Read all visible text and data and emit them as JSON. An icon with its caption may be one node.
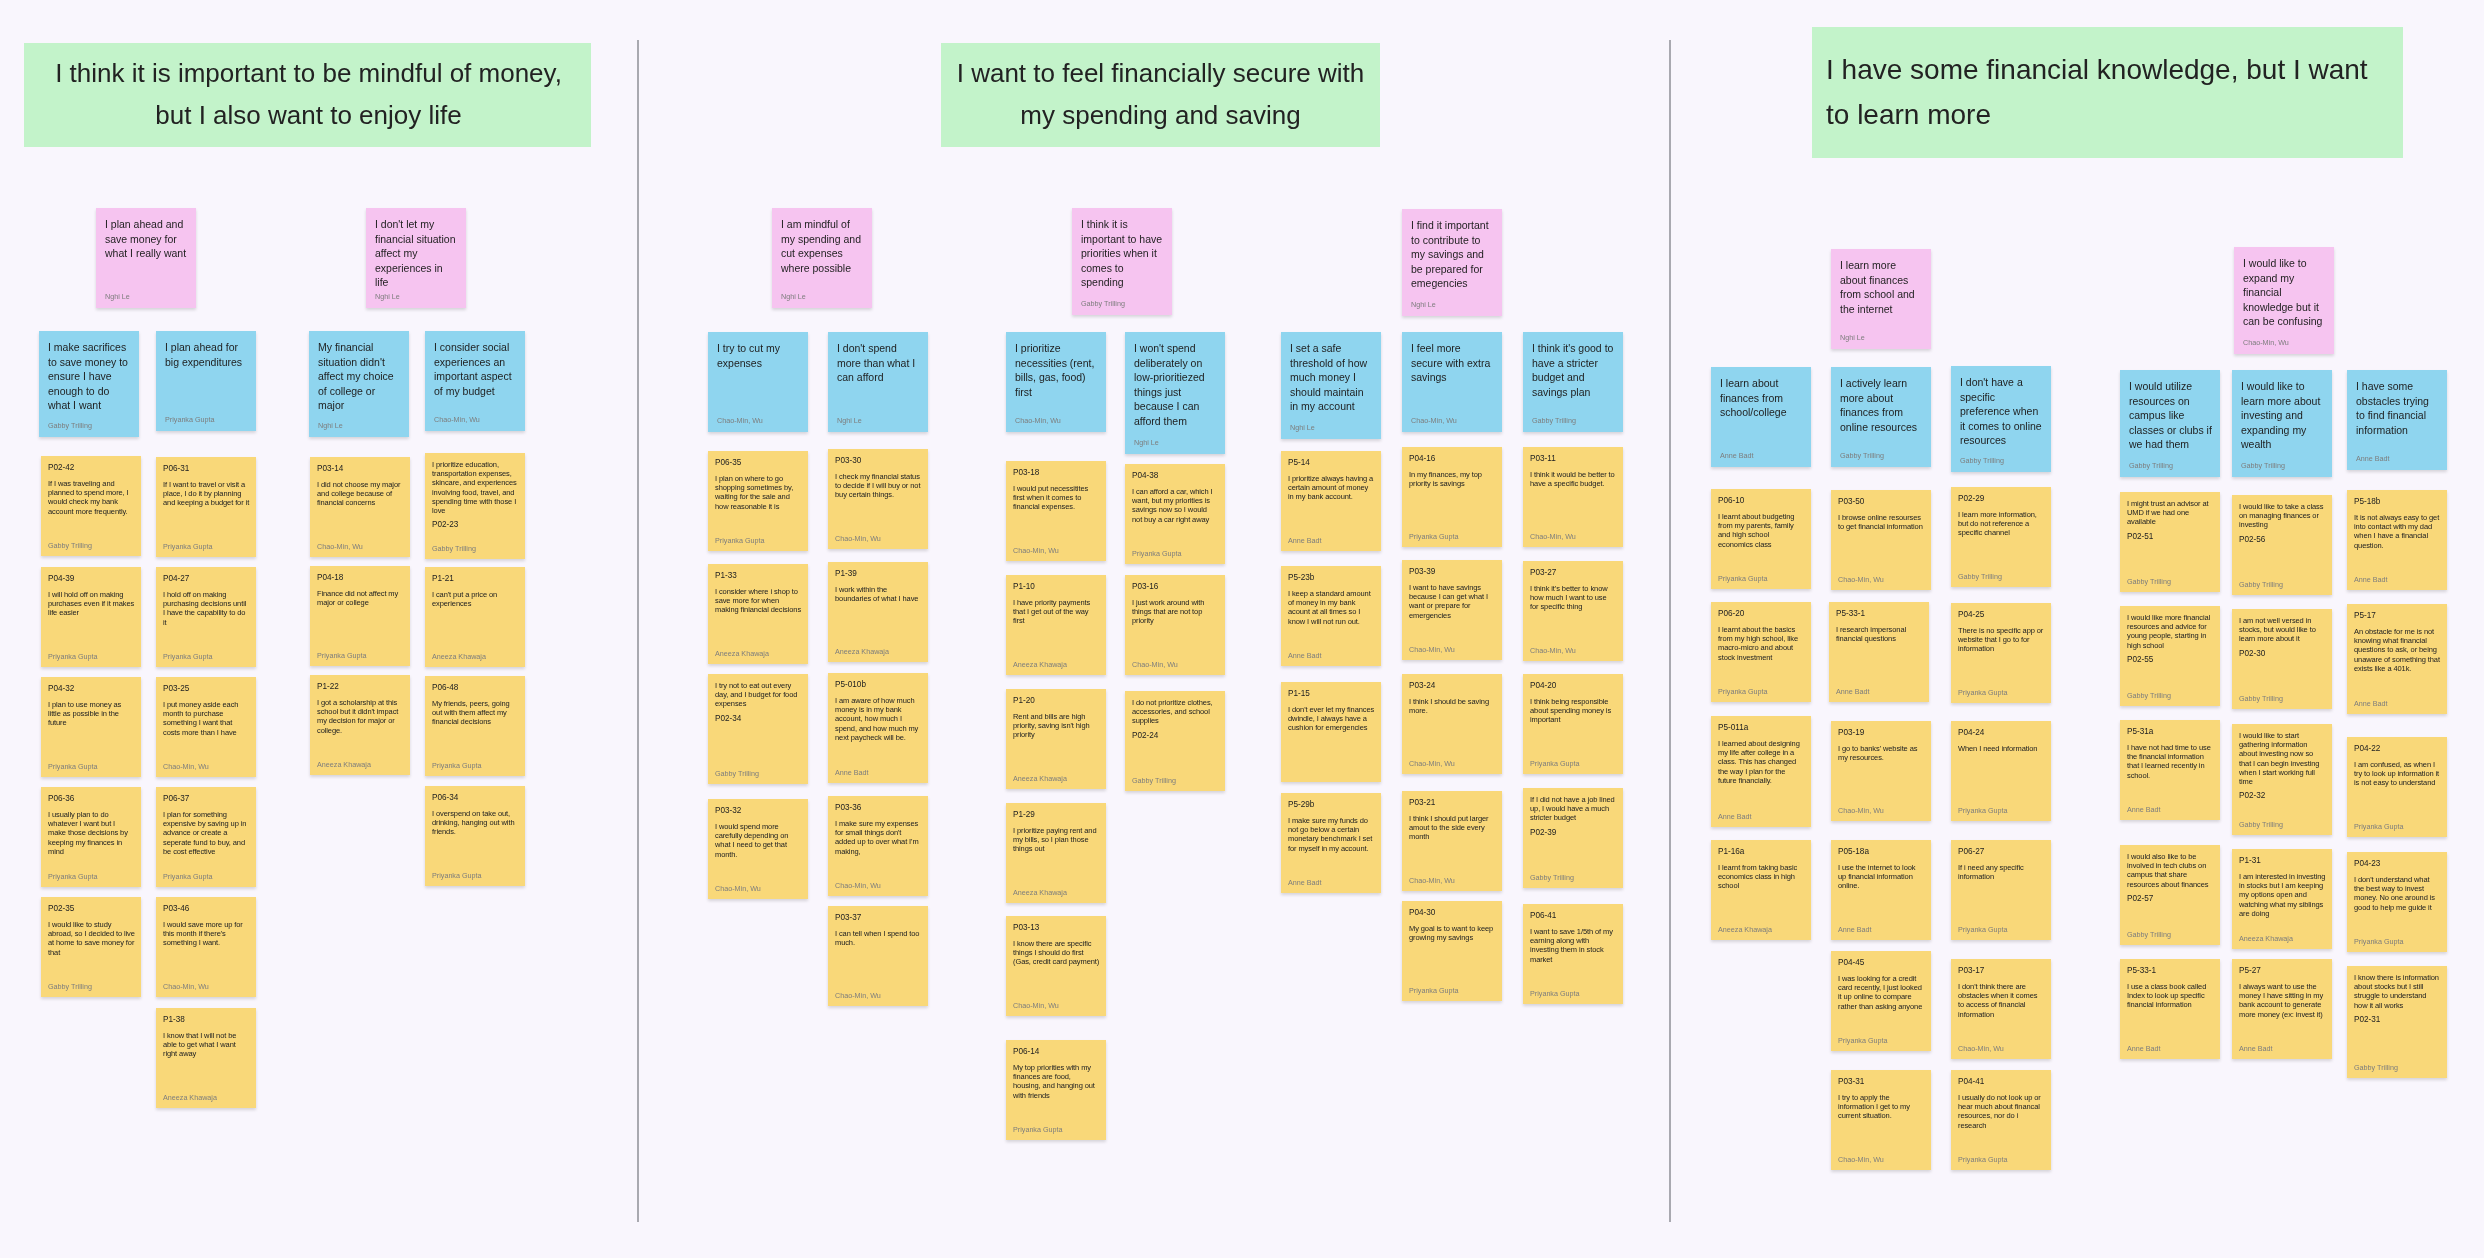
{
  "diagram": {
    "nodes": [
      {
        "text": [
          "I think it is important to be mindful of money, but I also want to enjoy life"
        ]
      },
      {
        "text": [
          "I plan ahead and save money for what I really want",
          "Nghi Le"
        ]
      },
      {
        "text": [
          "I make sacrifices to save money to ensure I have enough to do what I want",
          "Gabby Trilling"
        ]
      },
      {
        "text": [
          "P02-42",
          "If I was traveling and planned to spend more, I would check my bank account more frequently.",
          "Gabby Trilling"
        ]
      },
      {
        "text": [
          "P04-39",
          "I will hold off on making purchases even if it makes life easier",
          "Priyanka Gupta"
        ]
      },
      {
        "text": [
          "P04-32",
          "I plan to use money as little as possible in the future",
          "Priyanka Gupta"
        ]
      },
      {
        "text": [
          "P06-36",
          "I usually plan to do whatever I want but I make those decisions by keeping my finances in mind",
          "Priyanka Gupta"
        ]
      },
      {
        "text": [
          "P02-35",
          "I would like to study abroad, so I decided to live at home to save money for that",
          "Gabby Trilling"
        ]
      },
      {
        "text": [
          "I plan ahead for big expenditures",
          "Priyanka Gupta"
        ]
      },
      {
        "text": [
          "P06-31",
          "If I want to travel or visit a place, I do it by planning and keeping a budget for it",
          "Priyanka Gupta"
        ]
      },
      {
        "text": [
          "P04-27",
          "I hold off on making purchasing decisions until I have the capability to do it",
          "Priyanka Gupta"
        ]
      },
      {
        "text": [
          "P03-25",
          "I put money aside each month to purchase something I want that costs more than I have",
          "Chao-Min, Wu"
        ]
      },
      {
        "text": [
          "P06-37",
          "I plan for something expensive by saving up in advance or create a seperate fund to buy, and be cost effective",
          "Priyanka Gupta"
        ]
      },
      {
        "text": [
          "P03-46",
          "I would save more up for this month if there's something I want.",
          "Chao-Min, Wu"
        ]
      },
      {
        "text": [
          "P1-38",
          "I know that I will not be able to get what I want right away",
          "Aneeza Khawaja"
        ]
      },
      {
        "text": [
          "I don't let my financial situation affect my experiences in life",
          "Nghi Le"
        ]
      },
      {
        "text": [
          "My financial situation didn't affect my choice of college or major",
          "Nghi Le"
        ]
      },
      {
        "text": [
          "P03-14",
          "I did not choose my major and college because of financial concerns",
          "Chao-Min, Wu"
        ]
      },
      {
        "text": [
          "P04-18",
          "Finance did not affect my major or college",
          "Priyanka Gupta"
        ]
      },
      {
        "text": [
          "P1-22",
          "I got a scholarship at this school but it didn't impact my decision for major or college.",
          "Aneeza Khawaja"
        ]
      },
      {
        "text": [
          "I consider social experiences an important aspect of my budget",
          "Chao-Min, Wu"
        ]
      },
      {
        "text": [
          "I prioritize education, transportation expenses, skincare, and experiences involving food, travel, and spending time with those I love",
          "P02-23",
          "Gabby Trilling"
        ]
      },
      {
        "text": [
          "P1-21",
          "I can't put a price on experiences",
          "Aneeza Khawaja"
        ]
      },
      {
        "text": [
          "P06-48",
          "My friends, peers, going out with them affect my financial decisions",
          "Priyanka Gupta"
        ]
      },
      {
        "text": [
          "P06-34",
          "I overspend on take out, drinking, hanging out with friends.",
          "Priyanka Gupta"
        ]
      },
      {
        "text": [
          "I want to feel financially secure with my spending and saving"
        ]
      },
      {
        "text": [
          "I am mindful of my spending and cut expenses where possible",
          "Nghi Le"
        ]
      },
      {
        "text": [
          "I try to cut my expenses",
          "Chao-Min, Wu"
        ]
      },
      {
        "text": [
          "P06-35",
          "I plan on where to go shopping sometimes by, waiting for the sale and how reasonable it is",
          "Priyanka Gupta"
        ]
      },
      {
        "text": [
          "P1-33",
          "I consider where i shop to save more for when making finiancial decisions",
          "Aneeza Khawaja"
        ]
      },
      {
        "text": [
          "I try not to eat out every day, and I budget for food expenses",
          "P02-34",
          "Gabby Trilling"
        ]
      },
      {
        "text": [
          "P03-32",
          "I would spend more carefully depending on what I need to get that month.",
          "Chao-Min, Wu"
        ]
      },
      {
        "text": [
          "I don't spend more than what I can afford",
          "Nghi Le"
        ]
      },
      {
        "text": [
          "P03-30",
          "I check my financial status to decide if I will buy or not buy certain things.",
          "Chao-Min, Wu"
        ]
      },
      {
        "text": [
          "P1-39",
          "I work within the boundaries of what I have",
          "Aneeza Khawaja"
        ]
      },
      {
        "text": [
          "P5-010b",
          "I am aware of how much money is in my bank account, how much I spend, and how much my next paycheck will be.",
          "Anne Badt"
        ]
      },
      {
        "text": [
          "P03-36",
          "I make sure my expenses for small things don't added up to over what I'm making,",
          "Chao-Min, Wu"
        ]
      },
      {
        "text": [
          "P03-37",
          "I can tell when I spend too much.",
          "Chao-Min, Wu"
        ]
      },
      {
        "text": [
          "I think it is important to have priorities when it comes to spending",
          "Gabby Trilling"
        ]
      },
      {
        "text": [
          "I prioritize necessities (rent, bills, gas, food) first",
          "Chao-Min, Wu"
        ]
      },
      {
        "text": [
          "P03-18",
          "I would put necessitites first when it comes to financial expenses.",
          "Chao-Min, Wu"
        ]
      },
      {
        "text": [
          "P1-10",
          "I have priority payments that I get out of the way first",
          "Aneeza Khawaja"
        ]
      },
      {
        "text": [
          "P1-20",
          "Rent and bills are high priority, saving isn't high priority",
          "Aneeza Khawaja"
        ]
      },
      {
        "text": [
          "P1-29",
          "I prioritize paying rent and my bills, so I plan those things out",
          "Aneeza Khawaja"
        ]
      },
      {
        "text": [
          "P03-13",
          "I know there are specific things I should do first (Gas, credit card payment)",
          "Chao-Min, Wu"
        ]
      },
      {
        "text": [
          "P06-14",
          "My top priorities with my finances are food, housing, and hanging out with friends",
          "Priyanka Gupta"
        ]
      },
      {
        "text": [
          "I won't spend deliberately on low-prioritiezed things just because I can afford them",
          "Nghi Le"
        ]
      },
      {
        "text": [
          "P04-38",
          "I can afford a car, which I want, but my priorities is savings now so I would not buy a car right away",
          "Priyanka Gupta"
        ]
      },
      {
        "text": [
          "P03-16",
          "I just work around with things that are not top priority",
          "Chao-Min, Wu"
        ]
      },
      {
        "text": [
          "I do not prioritize clothes, accessories, and school supplies",
          "P02-24",
          "Gabby Trilling"
        ]
      },
      {
        "text": [
          "I find it important to contribute to my savings and be prepared for emegencies",
          "Nghi Le"
        ]
      },
      {
        "text": [
          "I set a safe threshold of how much money I should maintain in my account",
          "Nghi Le"
        ]
      },
      {
        "text": [
          "P5-14",
          "I prioritize always having a certain amount of money in my bank account.",
          "Anne Badt"
        ]
      },
      {
        "text": [
          "P5-23b",
          "I keep a standard amount of money in my bank acount at all times so I know I will not run out.",
          "Anne Badt"
        ]
      },
      {
        "text": [
          "P1-15",
          "I don't ever let my finances dwindle, I always have a cushion for emergencies"
        ]
      },
      {
        "text": [
          "P5-29b",
          "I make sure my funds do not go below a certain monetary benchmark I set for myself in my account.",
          "Anne Badt"
        ]
      },
      {
        "text": [
          "I feel more secure with extra savings",
          "Chao-Min, Wu"
        ]
      },
      {
        "text": [
          "P04-16",
          "In my finances, my top priority is savings",
          "Priyanka Gupta"
        ]
      },
      {
        "text": [
          "P03-39",
          "I want to have savings because I can get what I want or prepare for emergencies",
          "Chao-Min, Wu"
        ]
      },
      {
        "text": [
          "P03-24",
          "I think I should be saving more.",
          "Chao-Min, Wu"
        ]
      },
      {
        "text": [
          "P03-21",
          "I think I should put larger amout to the side every month",
          "Chao-Min, Wu"
        ]
      },
      {
        "text": [
          "P04-30",
          "My goal is to want to keep growing my savings",
          "Priyanka Gupta"
        ]
      },
      {
        "text": [
          "I think it's good to have a stricter budget and savings plan",
          "Gabby Trilling"
        ]
      },
      {
        "text": [
          "P03-11",
          "I think it would be better to have a specific budget.",
          "Chao-Min, Wu"
        ]
      },
      {
        "text": [
          "P03-27",
          "I think it's better to know how much I want to use for specific thing",
          "Chao-Min, Wu"
        ]
      },
      {
        "text": [
          "P04-20",
          "I think being responsible about spending money is important",
          "Priyanka Gupta"
        ]
      },
      {
        "text": [
          "If I did not have a job lined up, I would have a much stricter budget",
          "P02-39",
          "Gabby Trilling"
        ]
      },
      {
        "text": [
          "P06-41",
          "I want to save 1/5th of my earning along with investing them in stock market",
          "Priyanka Gupta"
        ]
      },
      {
        "text": [
          "I have some financial knowledge, but I want to learn more"
        ]
      },
      {
        "text": [
          "I learn more about finances from school and the internet",
          "Nghi Le"
        ]
      },
      {
        "text": [
          "I learn about finances from school/college",
          "Anne Badt"
        ]
      },
      {
        "text": [
          "P06-10",
          "I learnt about budgeting from my parents, family and high school economics class",
          "Priyanka Gupta"
        ]
      },
      {
        "text": [
          "P06-20",
          "I learnt about the basics from my high school, like macro-micro and about stock investment",
          "Priyanka Gupta"
        ]
      },
      {
        "text": [
          "P5-011a",
          "I learned about designing my life after college in a class. This has changed the way I plan for the future financially.",
          "Anne Badt"
        ]
      },
      {
        "text": [
          "P1-16a",
          "I learnt from taking basic economics class in high school",
          "Aneeza Khawaja"
        ]
      },
      {
        "text": [
          "I actively learn more about finances from online resources",
          "Gabby Trilling"
        ]
      },
      {
        "text": [
          "P03-50",
          "I browse online resourses to get financial information",
          "Chao-Min, Wu"
        ]
      },
      {
        "text": [
          "P5-33-1",
          "I research impersonal financial questions",
          "Anne Badt"
        ]
      },
      {
        "text": [
          "P03-19",
          "I go to banks' website as my resources.",
          "Chao-Min, Wu"
        ]
      },
      {
        "text": [
          "P05-18a",
          "I use the internet to look up financial information online.",
          "Anne Badt"
        ]
      },
      {
        "text": [
          "P04-45",
          "I was looking for a credit card recently, I just looked it up online to compare rather than asking anyone",
          "Priyanka Gupta"
        ]
      },
      {
        "text": [
          "P03-31",
          "I try to apply the information I get to my current situation.",
          "Chao-Min, Wu"
        ]
      },
      {
        "text": [
          "I don't have a specific preference when it comes to online resources",
          "Gabby Trilling"
        ]
      },
      {
        "text": [
          "P02-29",
          "I learn more information, but do not reference a specific channel",
          "Gabby Trilling"
        ]
      },
      {
        "text": [
          "P04-25",
          "There is no specific app or website that I go to for information",
          "Priyanka Gupta"
        ]
      },
      {
        "text": [
          "P04-24",
          "When I need information",
          "Priyanka Gupta"
        ]
      },
      {
        "text": [
          "P06-27",
          "If i need any specific information",
          "Priyanka Gupta"
        ]
      },
      {
        "text": [
          "P03-17",
          "I don't think there are obstacles when it comes to access of financial information",
          "Chao-Min, Wu"
        ]
      },
      {
        "text": [
          "P04-41",
          "I usually do not look up or hear much about financal resources, nor do i research",
          "Priyanka Gupta"
        ]
      },
      {
        "text": [
          "I would like to expand my financial knowledge but it can be confusing",
          "Chao-Min, Wu"
        ]
      },
      {
        "text": [
          "I would utilize resources on campus like classes or clubs if we had them",
          "Gabby Trilling"
        ]
      },
      {
        "text": [
          "I might trust an advisor at UMD if we had one available",
          "P02-51",
          "Gabby Trilling"
        ]
      },
      {
        "text": [
          "I would like more financial resources and advice for young people, starting in high school",
          "P02-55",
          "Gabby Trilling"
        ]
      },
      {
        "text": [
          "P5-31a",
          "I have not had time to use the financial information that I learned recently in school.",
          "Anne Badt"
        ]
      },
      {
        "text": [
          "I would also like to be involved in tech clubs on campus that share resources about finances",
          "P02-57",
          "Gabby Trilling"
        ]
      },
      {
        "text": [
          "P5-33-1",
          "I use a class book called Index to look up specific financial information",
          "Anne Badt"
        ]
      },
      {
        "text": [
          "I would like to learn more about investing and expanding my wealth",
          "Gabby Trilling"
        ]
      },
      {
        "text": [
          "I would like to take a class on managing finances or investing",
          "P02-56",
          "Gabby Trilling"
        ]
      },
      {
        "text": [
          "I am not well versed in stocks, but would like to learn more about it",
          "P02-30",
          "Gabby Trilling"
        ]
      },
      {
        "text": [
          "I would like to start gathering information about investing now so that I can begin investing when I start working full time",
          "P02-32",
          "Gabby Trilling"
        ]
      },
      {
        "text": [
          "P1-31",
          "I am interested in investing in stocks but I am keeping my options open and watching what my siblings are doing",
          "Aneeza Khawaja"
        ]
      },
      {
        "text": [
          "P5-27",
          "I always want to use the money I have sitting in my bank account to generate more money (ex: invest it)",
          "Anne Badt"
        ]
      },
      {
        "text": [
          "I have some obstacles trying to find financial information",
          "Anne Badt"
        ]
      },
      {
        "text": [
          "P5-18b",
          "It is not always easy to get into contact with my dad when I have a financial question.",
          "Anne Badt"
        ]
      },
      {
        "text": [
          "P5-17",
          "An obstacle for me is not knowing what financial questions to ask, or being unaware of something that exists like a 401k.",
          "Anne Badt"
        ]
      },
      {
        "text": [
          "P04-22",
          "I am confused, as when I try to look up information it is not easy to understand",
          "Priyanka Gupta"
        ]
      },
      {
        "text": [
          "P04-23",
          "I don't understand what the best way to invest money. No one around is good to help me guide it",
          "Priyanka Gupta"
        ]
      },
      {
        "text": [
          "I know there is information about stocks but I still struggle to understand how it all works",
          "P02-31",
          "Gabby Trilling"
        ]
      }
    ]
  }
}
